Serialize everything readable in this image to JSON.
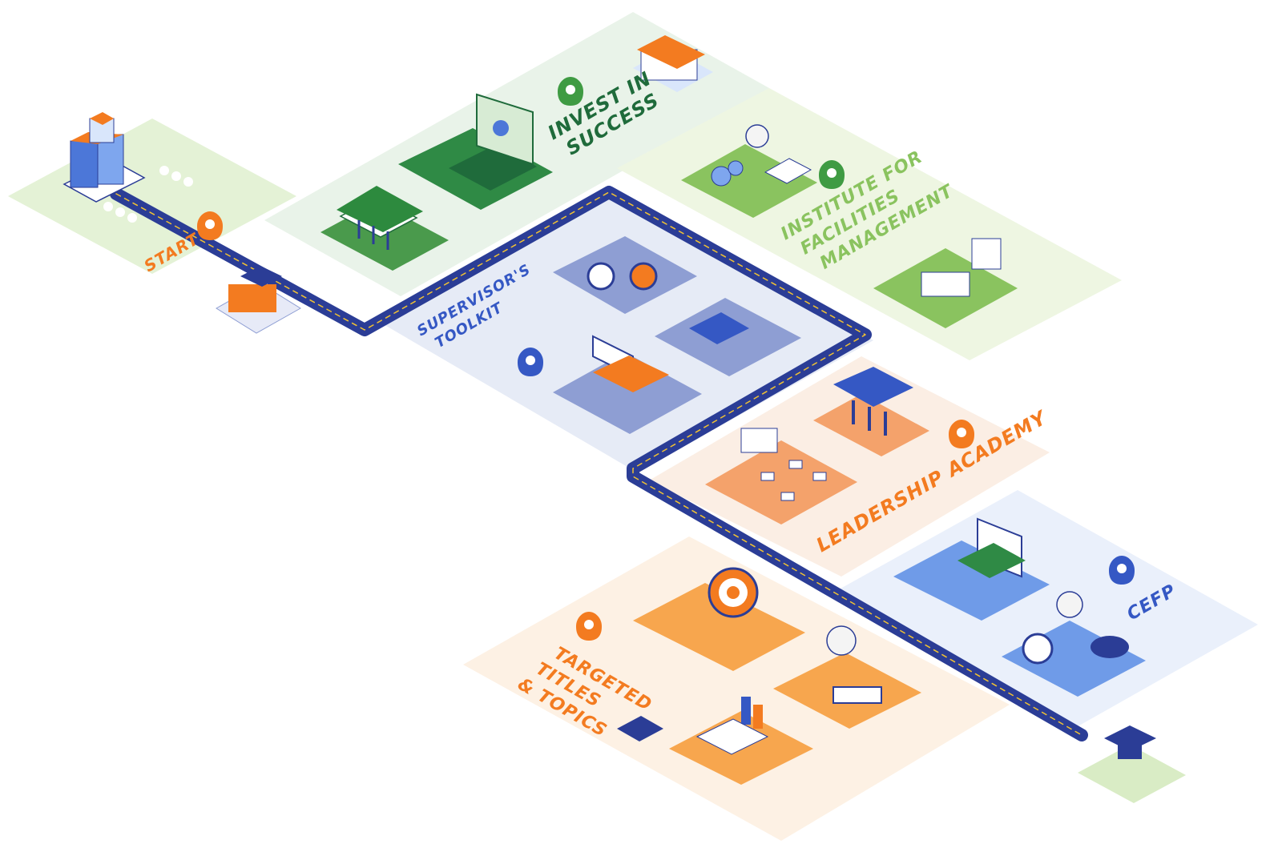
{
  "colors": {
    "green": "#3f9b43",
    "green_dark": "#1f6b3b",
    "green_zone": "#e4f2d6",
    "blue": "#3558c4",
    "blue_dark": "#27358a",
    "blue_zone": "#e6ebf6",
    "orange": "#f37b20",
    "orange_zone": "#fbeee4",
    "peach_zone": "#fdf1e4",
    "road": "#2b3d96",
    "road_line": "#f1c232"
  },
  "labels": {
    "start": "START",
    "invest": [
      "INVEST IN",
      "SUCCESS"
    ],
    "institute": [
      "INSTITUTE FOR",
      "FACILITIES",
      "MANAGEMENT"
    ],
    "supervisor": [
      "SUPERVISOR'S",
      "TOOLKIT"
    ],
    "leadership": "LEADERSHIP ACADEMY",
    "cefp": "CEFP",
    "targeted": [
      "TARGETED",
      "TITLES",
      "& TOPICS"
    ]
  },
  "icons": {
    "start_pin": "map-pin-icon",
    "invest_pin": "map-pin-icon",
    "institute_pin": "map-pin-icon",
    "supervisor_pin": "map-pin-icon",
    "leadership_pin": "map-pin-icon",
    "cefp_pin": "map-pin-icon",
    "targeted_pin": "map-pin-icon",
    "graduation_cap": "graduation-cap-icon"
  }
}
